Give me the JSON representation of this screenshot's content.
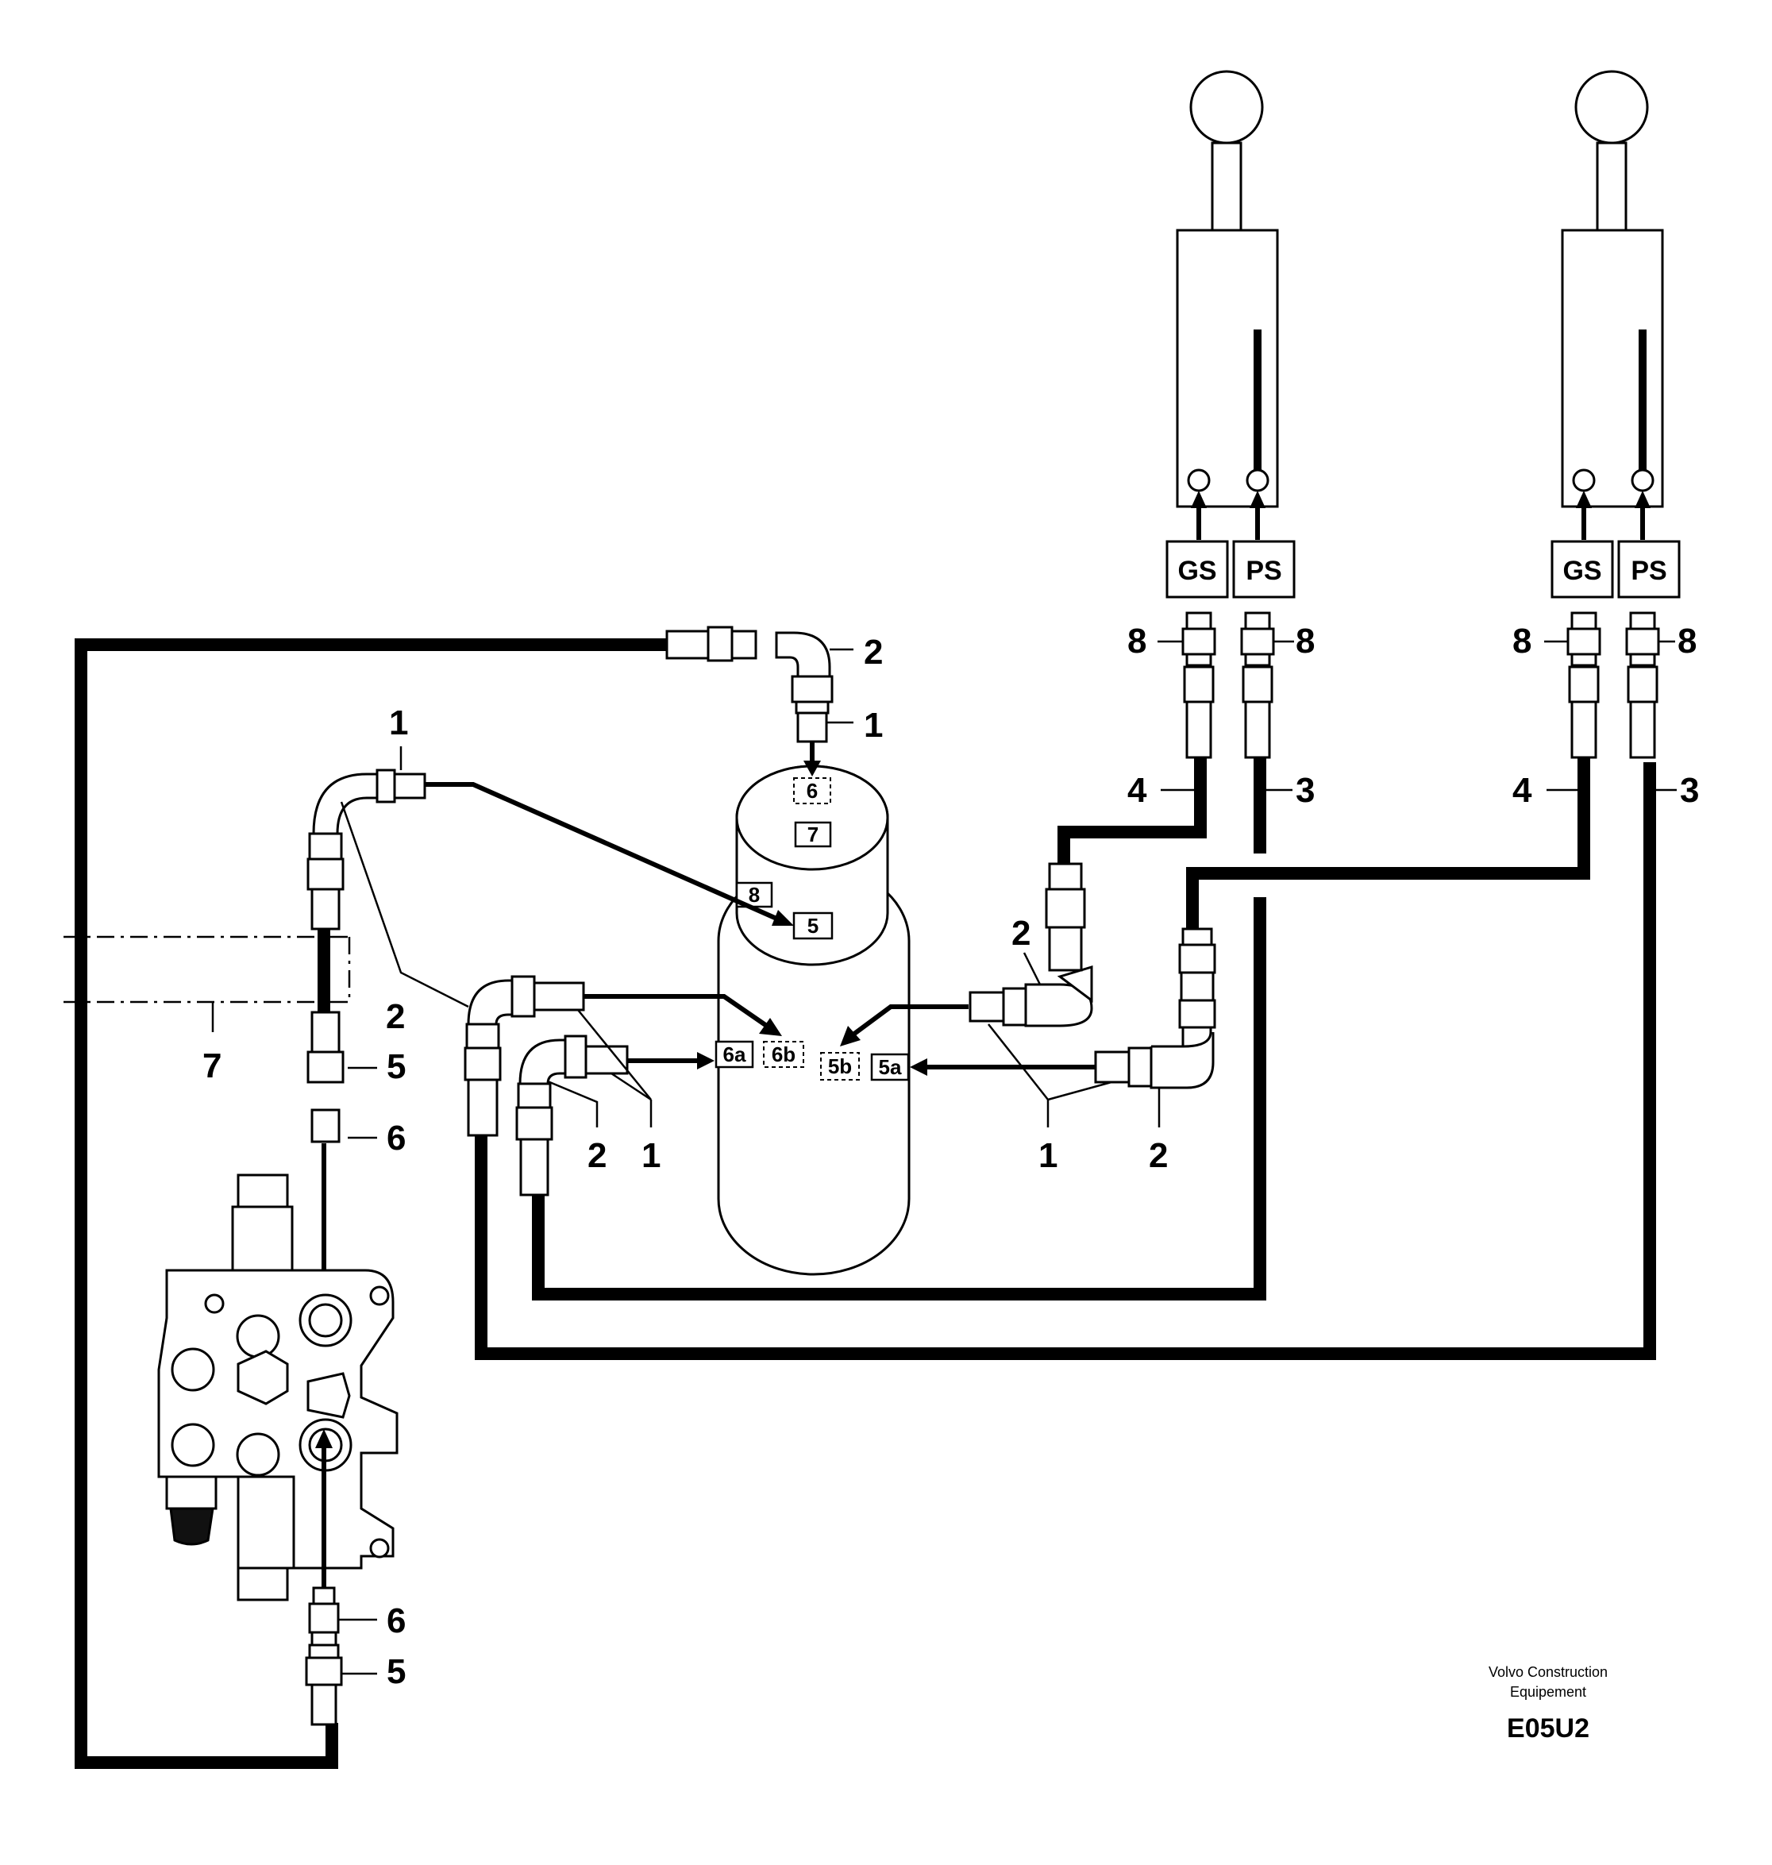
{
  "callouts": {
    "c_top_2": "2",
    "c_top_1": "1",
    "c_left_1": "1",
    "c_left_2": "2",
    "c_left_7": "7",
    "c_left_5a": "5",
    "c_left_6a": "6",
    "c_left_6b": "6",
    "c_left_5b": "5",
    "c_mid_2": "2",
    "c_mid_1": "1",
    "c_right_2a": "2",
    "c_right_1": "1",
    "c_right_2b": "2",
    "c_j1_8a": "8",
    "c_j1_8b": "8",
    "c_j1_4": "4",
    "c_j1_3": "3",
    "c_j2_8a": "8",
    "c_j2_8b": "8",
    "c_j2_4": "4",
    "c_j2_3": "3"
  },
  "port_labels": {
    "p6_top": "6",
    "p7": "7",
    "p8": "8",
    "p5": "5",
    "p6a": "6a",
    "p6b": "6b",
    "p5b": "5b",
    "p5a": "5a"
  },
  "joystick_labels": {
    "gs_1": "GS",
    "ps_1": "PS",
    "gs_2": "GS",
    "ps_2": "PS"
  },
  "credit": {
    "line1": "Volvo Construction",
    "line2": "Equipement",
    "code": "E05U2"
  }
}
